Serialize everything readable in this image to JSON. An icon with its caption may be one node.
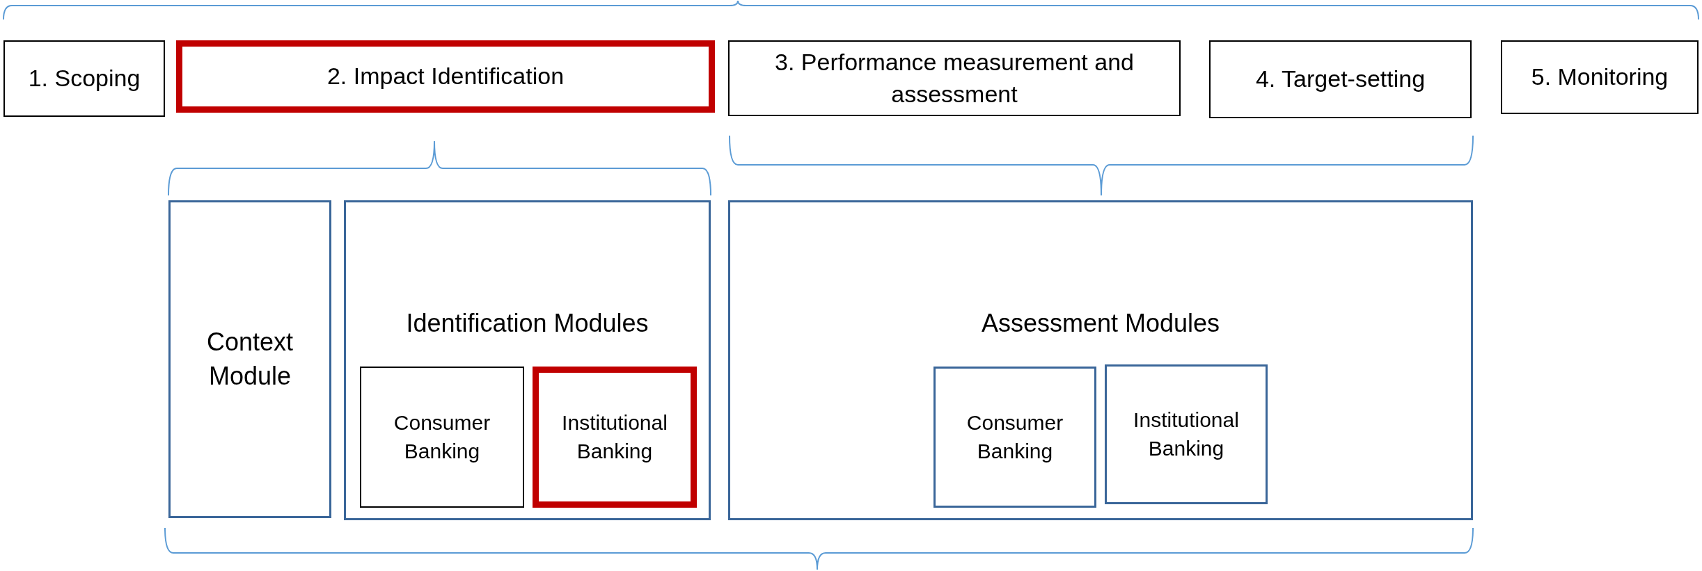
{
  "diagram": {
    "nodes": [
      {
        "text": [
          "1. Scoping"
        ]
      },
      {
        "text": [
          "2. Impact Identification"
        ]
      },
      {
        "text": [
          "3. Performance measurement and assessment"
        ]
      },
      {
        "text": [
          "4. Target-setting"
        ]
      },
      {
        "text": [
          "5. Monitoring"
        ]
      },
      {
        "text": [
          "Context Module"
        ]
      },
      {
        "text": [
          "Identification Modules"
        ]
      },
      {
        "text": [
          "Consumer Banking"
        ],
        "in": 6
      },
      {
        "text": [
          "Institutional Banking"
        ],
        "in": 6
      },
      {
        "text": [
          "Assessment Modules"
        ]
      },
      {
        "text": [
          "Consumer Banking"
        ],
        "in": 9
      },
      {
        "text": [
          "Institutional Banking"
        ],
        "in": 9
      }
    ],
    "edges": []
  }
}
